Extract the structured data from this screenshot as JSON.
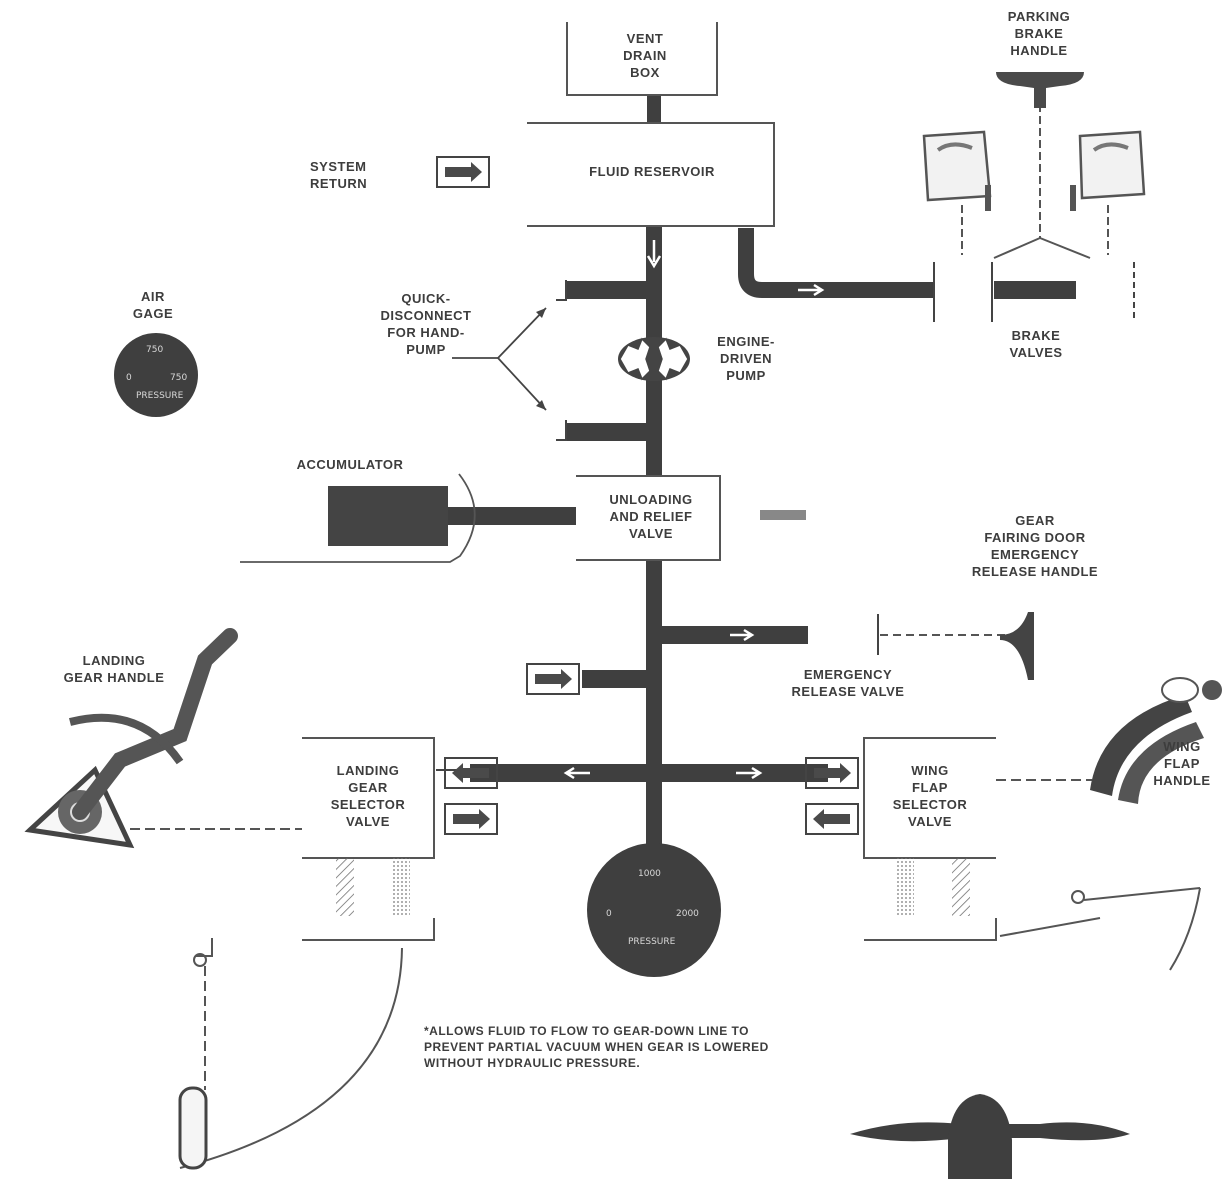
{
  "labels": {
    "vent_drain_box": "VENT\nDRAIN\nBOX",
    "parking_brake_handle": "PARKING\nBRAKE\nHANDLE",
    "system_return": "SYSTEM\nRETURN",
    "fluid_reservoir": "FLUID RESERVOIR",
    "air_gage": "AIR\nGAGE",
    "quick_disconnect": "QUICK-\nDISCONNECT\nFOR HAND-\nPUMP",
    "engine_driven_pump": "ENGINE-\nDRIVEN\nPUMP",
    "brake_valves": "BRAKE\nVALVES",
    "accumulator": "ACCUMULATOR",
    "unloading_relief_valve": "UNLOADING\nAND RELIEF\nVALVE",
    "gear_fairing_door": "GEAR\nFAIRING DOOR\nEMERGENCY\nRELEASE HANDLE",
    "landing_gear_handle": "LANDING\nGEAR HANDLE",
    "emergency_release_valve": "EMERGENCY\nRELEASE VALVE",
    "landing_gear_selector_valve": "LANDING\nGEAR\nSELECTOR\nVALVE",
    "wing_flap_selector_valve": "WING\nFLAP\nSELECTOR\nVALVE",
    "wing_flap_handle": "WING\nFLAP\nHANDLE",
    "footnote": "*ALLOWS FLUID TO FLOW TO GEAR-DOWN LINE TO\nPREVENT PARTIAL VACUUM WHEN GEAR IS LOWERED\nWITHOUT HYDRAULIC PRESSURE."
  },
  "pressure_gauge": {
    "label": "PRESSURE",
    "ticks": [
      "0",
      "1000",
      "2000"
    ]
  },
  "air_gage_ticks": [
    "750",
    "0",
    "750",
    "PRESSURE"
  ],
  "colors": {
    "line": "#3f3f3f",
    "box_border": "#555555",
    "paper": "#ffffff"
  }
}
